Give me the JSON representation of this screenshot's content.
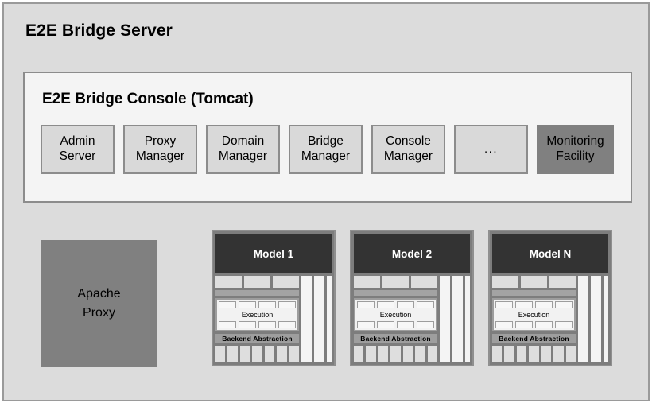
{
  "server": {
    "title": "E2E Bridge Server"
  },
  "console": {
    "title": "E2E Bridge Console (Tomcat)",
    "items": [
      {
        "label_line1": "Admin",
        "label_line2": "Server",
        "accent": false
      },
      {
        "label_line1": "Proxy",
        "label_line2": "Manager",
        "accent": false
      },
      {
        "label_line1": "Domain",
        "label_line2": "Manager",
        "accent": false
      },
      {
        "label_line1": "Bridge",
        "label_line2": "Manager",
        "accent": false
      },
      {
        "label_line1": "Console",
        "label_line2": "Manager",
        "accent": false
      },
      {
        "label_line1": "...",
        "label_line2": "",
        "accent": false
      },
      {
        "label_line1": "Monitoring",
        "label_line2": "Facility",
        "accent": true
      }
    ]
  },
  "apache_proxy": {
    "label_line1": "Apache",
    "label_line2": "Proxy"
  },
  "models": [
    {
      "title": "Model 1",
      "execution_label": "Execution",
      "backend_label": "Backend Abstraction"
    },
    {
      "title": "Model 2",
      "execution_label": "Execution",
      "backend_label": "Backend Abstraction"
    },
    {
      "title": "Model N",
      "execution_label": "Execution",
      "backend_label": "Backend Abstraction"
    }
  ],
  "colors": {
    "page_background": "#ffffff",
    "server_background": "#dcdcdc",
    "server_border": "#9a9a9a",
    "console_background": "#f4f4f4",
    "console_border": "#8c8c8c",
    "item_background": "#d9d9d9",
    "accent_gray": "#808080",
    "model_header": "#333333",
    "model_frame": "#7d7d7d",
    "light_panel": "#f2f2f2",
    "mid_gray": "#a3a3a3"
  }
}
